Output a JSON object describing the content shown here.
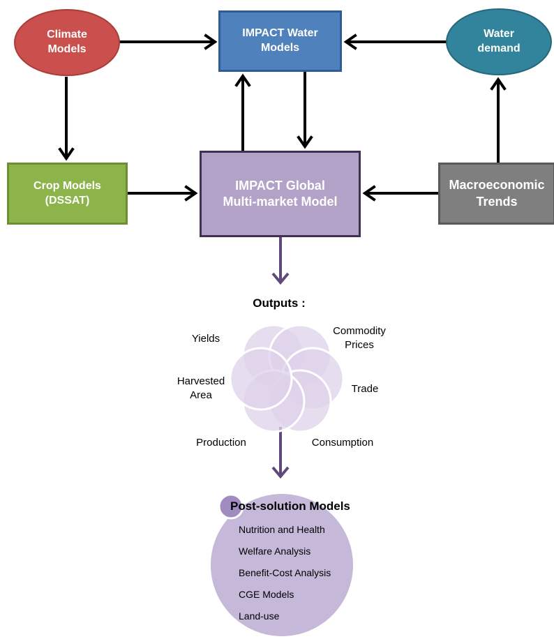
{
  "nodes": {
    "climate_models": [
      "Climate",
      "Models"
    ],
    "water_models": [
      "IMPACT Water",
      "Models"
    ],
    "water_demand": [
      "Water",
      "demand"
    ],
    "crop_models": [
      "Crop Models",
      "(DSSAT)"
    ],
    "global_model": [
      "IMPACT Global",
      "Multi-market Model"
    ],
    "macro_trends": [
      "Macroeconomic",
      "Trends"
    ]
  },
  "outputs": {
    "title": "Outputs :",
    "yields": "Yields",
    "commodity_prices": [
      "Commodity",
      "Prices"
    ],
    "harvested_area": [
      "Harvested",
      "Area"
    ],
    "trade": "Trade",
    "production": "Production",
    "consumption": "Consumption"
  },
  "post_solution": {
    "title": "Post-solution Models",
    "items": [
      "Nutrition and Health",
      "Welfare Analysis",
      "Benefit-Cost Analysis",
      "CGE Models",
      "Land-use"
    ]
  },
  "colors": {
    "climate": "#c9504c",
    "water_models": "#4f81bd",
    "water_demand": "#31849b",
    "crop": "#8db44a",
    "global": "#b3a2c7",
    "macro": "#7f7f7f",
    "purple_arrow": "#5f497a",
    "flower_fill": "#ddd2ea",
    "post_circle": "#c5b8d9"
  }
}
